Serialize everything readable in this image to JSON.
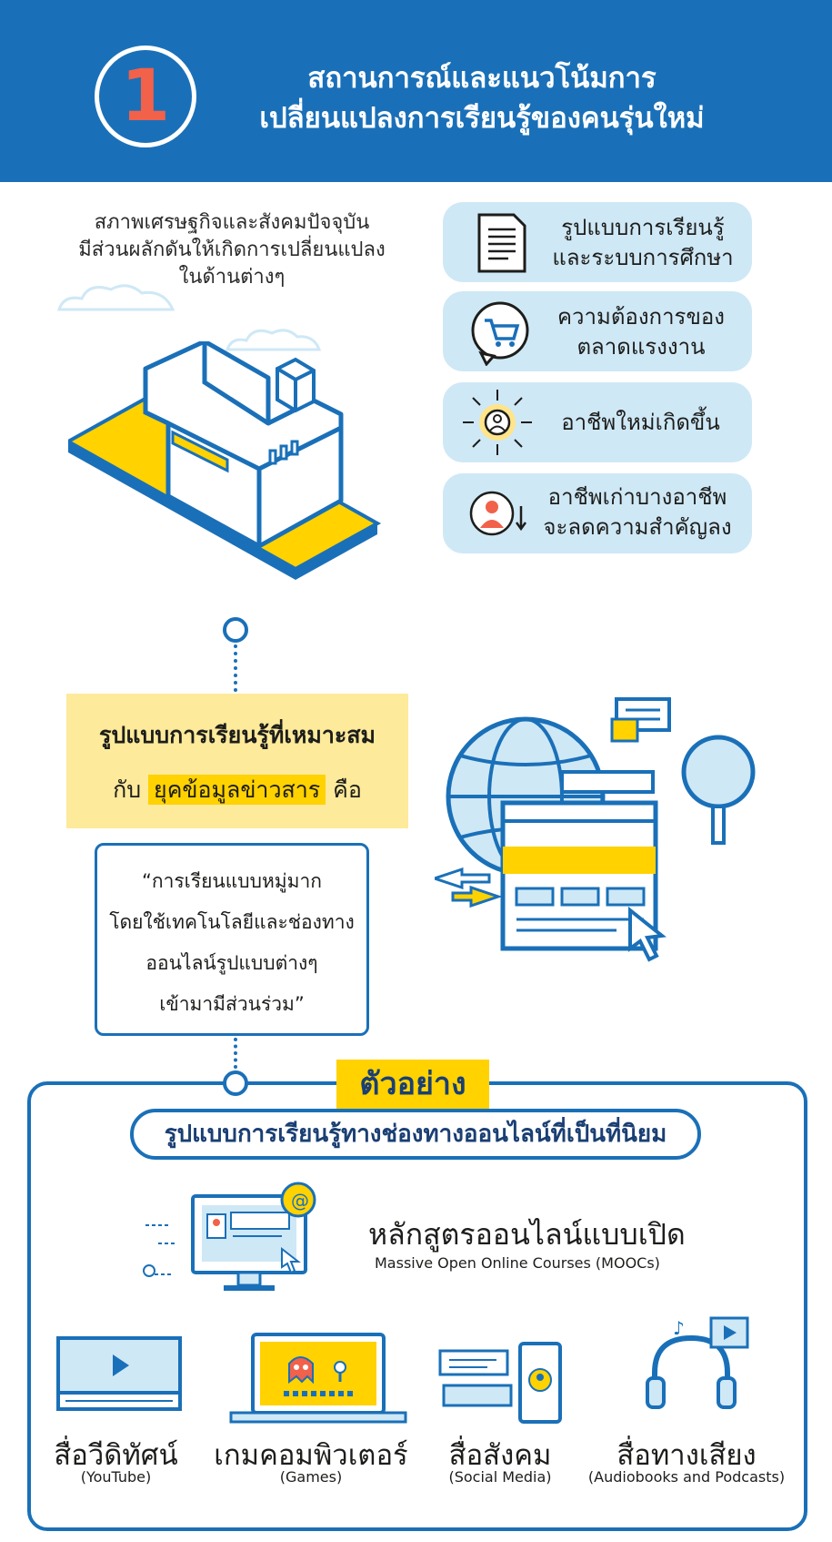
{
  "header": {
    "number": "1",
    "title_line1": "สถานการณ์และแนวโน้มการ",
    "title_line2": "เปลี่ยนแปลงการเรียนรู้ของคนรุ่นใหม่"
  },
  "intro": {
    "line1": "สภาพเศรษฐกิจและสังคมปัจจุบัน",
    "line2": "มีส่วนผลักดันให้เกิดการเปลี่ยนแปลง",
    "line3": "ในด้านต่างๆ"
  },
  "factors": [
    {
      "icon": "document-icon",
      "line1": "รูปแบบการเรียนรู้",
      "line2": "และระบบการศึกษา"
    },
    {
      "icon": "shopping-cart-icon",
      "line1": "ความต้องการของ",
      "line2": "ตลาดแรงงาน"
    },
    {
      "icon": "person-expand-icon",
      "line1": "อาชีพใหม่เกิดขึ้น",
      "line2": ""
    },
    {
      "icon": "person-down-icon",
      "line1": "อาชีพเก่าบางอาชีพ",
      "line2": "จะลดความสำคัญลง"
    }
  ],
  "learning": {
    "line1": "รูปแบบการเรียนรู้ที่เหมาะสม",
    "line2_prefix": "กับ",
    "line2_highlight": "ยุคข้อมูลข่าวสาร",
    "line2_suffix": "คือ"
  },
  "quote": {
    "line1": "“การเรียนแบบหมู่มาก",
    "line2": "โดยใช้เทคโนโลยีและช่องทาง",
    "line3": "ออนไลน์รูปแบบต่างๆ",
    "line4": "เข้ามามีส่วนร่วม”"
  },
  "example": {
    "tag": "ตัวอย่าง",
    "heading": "รูปแบบการเรียนรู้ทางช่องทางออนไลน์ที่เป็นที่นิยม",
    "mooc_title": "หลักสูตรออนไลน์แบบเปิด",
    "mooc_sub": "Massive Open Online Courses (MOOCs)",
    "media": [
      {
        "label": "สื่อวีดิทัศน์",
        "sub": "(YouTube)"
      },
      {
        "label": "เกมคอมพิวเตอร์",
        "sub": "(Games)"
      },
      {
        "label": "สื่อสังคม",
        "sub": "(Social Media)"
      },
      {
        "label": "สื่อทางเสียง",
        "sub": "(Audiobooks and Podcasts)"
      }
    ]
  },
  "colors": {
    "blue": "#1a70b8",
    "yellow": "#ffd200",
    "light_blue": "#cfe8f6",
    "coral": "#f2614a"
  }
}
